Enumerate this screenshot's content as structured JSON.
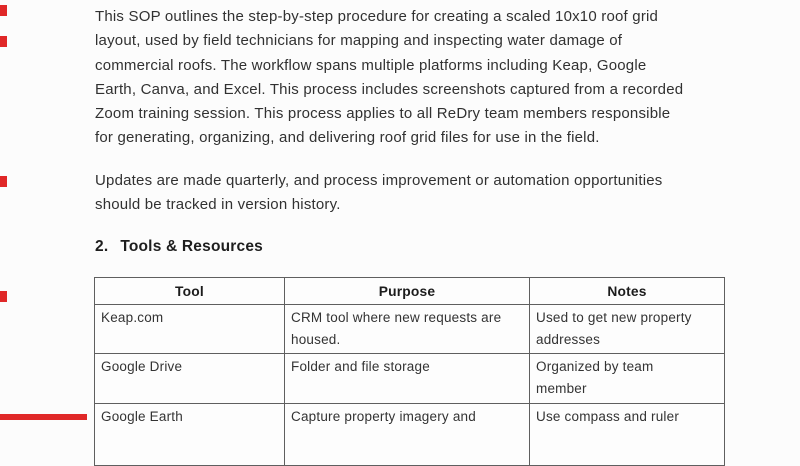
{
  "page": {
    "background": "#fcfcfc",
    "text_color": "#313131",
    "accent_red": "#e02828",
    "table_border_color": "#5f5f5f"
  },
  "paragraphs": [
    {
      "lines": [
        "This SOP outlines the step-by-step procedure for creating a scaled 10x10 roof grid",
        "layout, used by field technicians for mapping and inspecting water damage of",
        "commercial roofs. The workflow spans multiple platforms including Keap, Google",
        "Earth, Canva, and Excel. This process includes screenshots captured from a recorded",
        "Zoom training session. This process applies to all ReDry team members responsible",
        "for generating, organizing, and delivering roof grid files for use in the field."
      ]
    },
    {
      "lines": [
        "Updates are made quarterly, and process improvement or automation opportunities",
        "should be tracked in version history."
      ]
    }
  ],
  "heading": {
    "number": "2.",
    "label": "Tools & Resources"
  },
  "table": {
    "headers": [
      "Tool",
      "Purpose",
      "Notes"
    ],
    "rows": [
      {
        "cells": [
          [
            "Keap.com"
          ],
          [
            "CRM tool where new requests are",
            "housed."
          ],
          [
            "Used to get new property",
            "addresses"
          ]
        ]
      },
      {
        "cells": [
          [
            "Google Drive"
          ],
          [
            "Folder and file storage"
          ],
          [
            "Organized by team",
            "member"
          ]
        ]
      },
      {
        "cells": [
          [
            "Google Earth"
          ],
          [
            "Capture property imagery and"
          ],
          [
            "Use compass and ruler"
          ]
        ]
      }
    ]
  }
}
